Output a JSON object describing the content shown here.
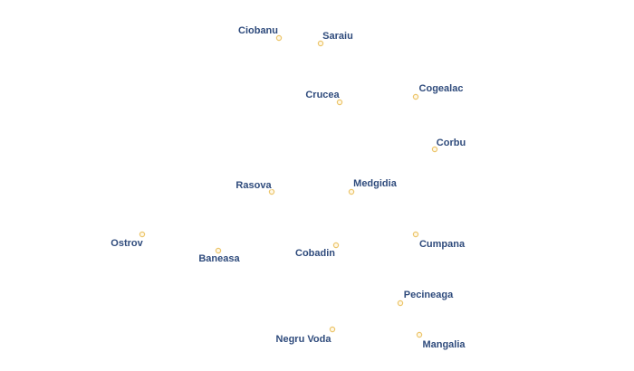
{
  "map": {
    "label_color": "#2f4b7c",
    "marker_stroke": "#ecc56a",
    "marker_fill": "#fff8e6",
    "places": [
      {
        "name": "Ciobanu"
      },
      {
        "name": "Saraiu"
      },
      {
        "name": "Crucea"
      },
      {
        "name": "Cogealac"
      },
      {
        "name": "Corbu"
      },
      {
        "name": "Rasova"
      },
      {
        "name": "Medgidia"
      },
      {
        "name": "Ostrov"
      },
      {
        "name": "Baneasa"
      },
      {
        "name": "Cobadin"
      },
      {
        "name": "Cumpana"
      },
      {
        "name": "Pecineaga"
      },
      {
        "name": "Negru Voda"
      },
      {
        "name": "Mangalia"
      }
    ]
  }
}
